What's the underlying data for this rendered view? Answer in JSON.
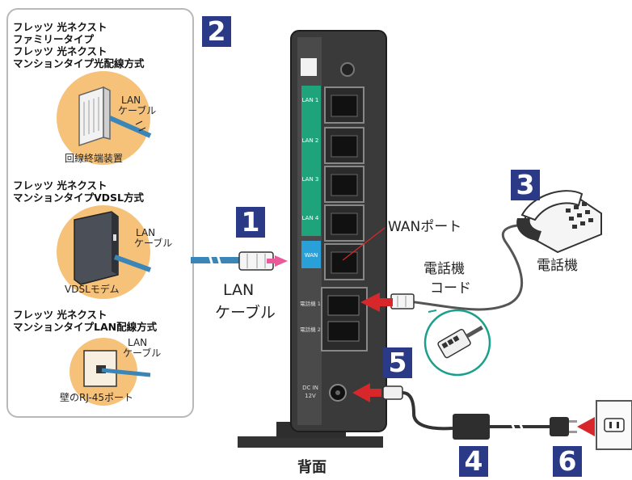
{
  "panel": {
    "group1": {
      "lines": [
        "フレッツ 光ネクスト",
        "ファミリータイプ",
        "フレッツ 光ネクスト",
        "マンションタイプ光配線方式"
      ],
      "cable_label": [
        "LAN",
        "ケーブル"
      ],
      "device_label": "回線終端装置"
    },
    "group2": {
      "lines": [
        "フレッツ 光ネクスト",
        "マンションタイプVDSL方式"
      ],
      "cable_label": [
        "LAN",
        "ケーブル"
      ],
      "device_label": "VDSLモデム"
    },
    "group3": {
      "lines": [
        "フレッツ 光ネクスト",
        "マンションタイプLAN配線方式"
      ],
      "cable_label": [
        "LAN",
        "ケーブル"
      ],
      "device_label": "壁のRJ-45ポート"
    }
  },
  "steps": {
    "s1": "1",
    "s2": "2",
    "s3": "3",
    "s4": "4",
    "s5": "5",
    "s6": "6"
  },
  "router": {
    "lan_ports": [
      "LAN 1",
      "LAN 2",
      "LAN 3",
      "LAN 4"
    ],
    "wan_tag": "WAN",
    "phone_ports": [
      "電話機 1",
      "電話機 2"
    ],
    "dc_label": [
      "DC IN",
      "12V"
    ],
    "back_label": "背面"
  },
  "labels": {
    "wan_port": "WANポート",
    "lan_cable": [
      "LAN",
      "ケーブル"
    ],
    "phone_cord": [
      "電話機",
      "コード"
    ],
    "phone": "電話機"
  },
  "colors": {
    "step_box": "#2b3a86",
    "lan_strip": "#1ea37a",
    "wan_strip": "#2aa0d8",
    "router_body": "#3a3a3a",
    "circle_fill": "#f6c27a",
    "cable_blue": "#3b86b6",
    "arrow_red": "#d8272b",
    "arrow_pink": "#e95a9a"
  }
}
